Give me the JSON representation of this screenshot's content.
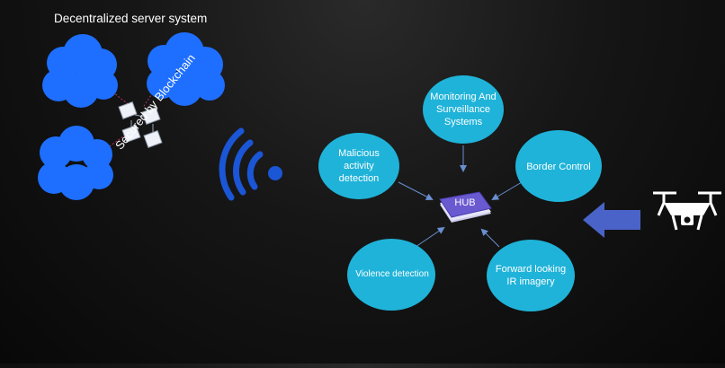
{
  "title": "Decentralized server system",
  "secured_label": "Secured by Blockchain",
  "hub_label": "HUB",
  "nodes": {
    "monitoring": "Monitoring And\nSurveillance\nSystems",
    "malicious": "Malicious\nactivity\ndetection",
    "border": "Border Control",
    "violence": "Violence detection",
    "forward": "Forward looking\nIR imagery"
  },
  "colors": {
    "cloud": "#1e6fff",
    "node": "#1fb3d9",
    "hub": "#6a5ad0",
    "wifi": "#1a56d6",
    "arrow": "#4a63c8"
  },
  "icons": [
    "cloud-icon",
    "blockchain-icon",
    "wifi-icon",
    "drone-icon",
    "arrow-icon"
  ]
}
